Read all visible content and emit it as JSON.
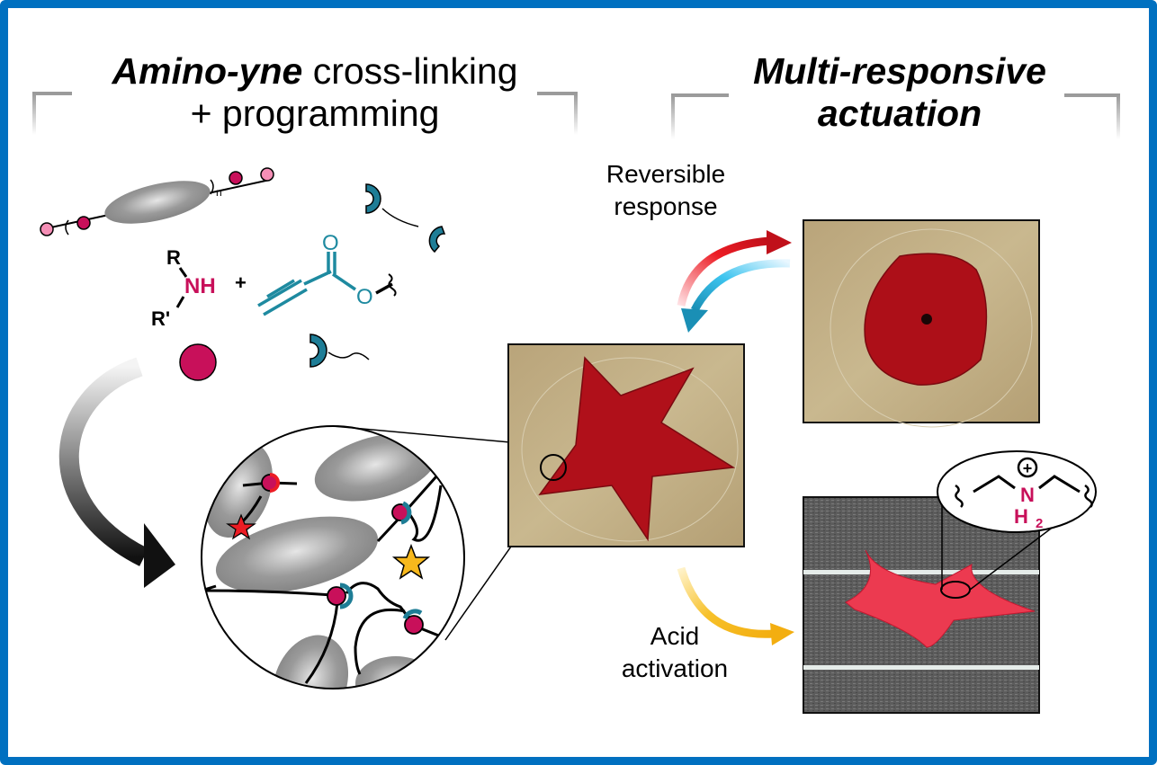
{
  "figure": {
    "left_panel": {
      "title_italic": "Amino-yne",
      "title_rest_line1": " cross-linking",
      "title_line2": "+ programming",
      "chemistry": {
        "amine_label": "NH",
        "amine_r1": "R",
        "amine_r2": "R'",
        "plus_sign": "+",
        "ester_carbonyl_oxygen": "O",
        "ester_oxygen": "O",
        "repeat_subscript": "n"
      }
    },
    "right_panel": {
      "title_line1": "Multi-responsive",
      "title_line2": "actuation",
      "reversible_label_line1": "Reversible",
      "reversible_label_line2": "response",
      "acid_label_line1": "Acid",
      "acid_label_line2": "activation",
      "ammonium": {
        "charge": "+",
        "nitrogen": "N",
        "hydrogen": "H",
        "subscript": "2"
      }
    },
    "colors": {
      "frame_border": "#0070c0",
      "amine_magenta": "#c8105a",
      "alkyne_teal": "#1e8aa0",
      "hot_arrow_red": "#d9141a",
      "cool_arrow_blue": "#1b97c4",
      "acid_arrow_yellow": "#f5b418",
      "gel_red": "#b0101a",
      "activated_gel_pink": "#e8344a"
    }
  }
}
